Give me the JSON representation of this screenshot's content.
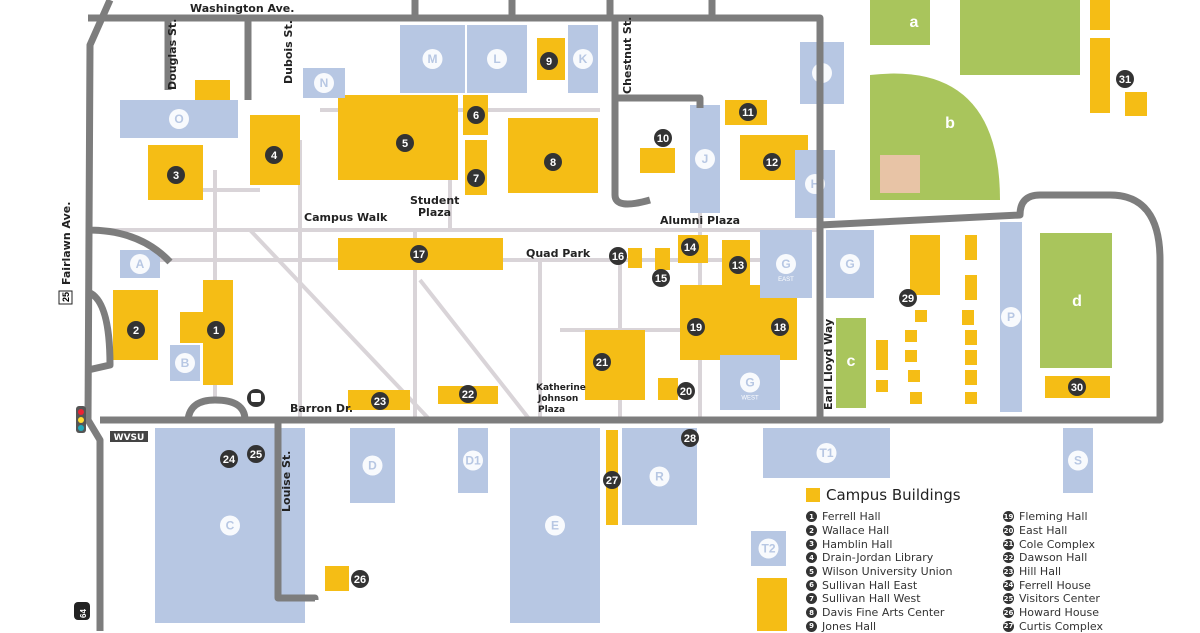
{
  "streets": {
    "washington": "Washington Ave.",
    "douglas": "Douglas St.",
    "dubois": "Dubois St.",
    "chestnut": "Chestnut St.",
    "fairlawn": "Fairlawn Ave.",
    "barron": "Barron Dr.",
    "louise": "Louise St.",
    "earl_lloyd": "Earl Lloyd Way"
  },
  "places": {
    "campus_walk": "Campus Walk",
    "student_plaza_1": "Student",
    "student_plaza_2": "Plaza",
    "alumni_plaza": "Alumni Plaza",
    "quad_park": "Quad Park",
    "kj_plaza_1": "Katherine",
    "kj_plaza_2": "Johnson",
    "kj_plaza_3": "Plaza"
  },
  "signs": {
    "wvsu": "WVSU",
    "route_25": "25",
    "route_64": "64"
  },
  "building_numbers": [
    "1",
    "2",
    "3",
    "4",
    "5",
    "6",
    "7",
    "8",
    "9",
    "10",
    "11",
    "12",
    "13",
    "14",
    "15",
    "16",
    "17",
    "18",
    "19",
    "20",
    "21",
    "22",
    "23",
    "24",
    "25",
    "26",
    "27",
    "28",
    "29",
    "30",
    "31"
  ],
  "parking_letters": [
    "A",
    "B",
    "C",
    "D",
    "D1",
    "E",
    "G",
    "G",
    "G",
    "H",
    "I",
    "J",
    "K",
    "L",
    "M",
    "N",
    "O",
    "P",
    "R",
    "S",
    "T1",
    "T2"
  ],
  "parking_sublabels": {
    "g_east": "EAST",
    "g_west": "WEST"
  },
  "field_letters": [
    "a",
    "b",
    "c",
    "d"
  ],
  "legend": {
    "title": "Campus Buildings",
    "left": [
      {
        "n": "1",
        "name": "Ferrell Hall"
      },
      {
        "n": "2",
        "name": "Wallace Hall"
      },
      {
        "n": "3",
        "name": "Hamblin Hall"
      },
      {
        "n": "4",
        "name": "Drain-Jordan Library"
      },
      {
        "n": "5",
        "name": "Wilson University Union"
      },
      {
        "n": "6",
        "name": "Sullivan Hall East"
      },
      {
        "n": "7",
        "name": "Sullivan Hall West"
      },
      {
        "n": "8",
        "name": "Davis Fine Arts Center"
      },
      {
        "n": "9",
        "name": "Jones Hall"
      }
    ],
    "right": [
      {
        "n": "19",
        "name": "Fleming Hall"
      },
      {
        "n": "20",
        "name": "East Hall"
      },
      {
        "n": "21",
        "name": "Cole Complex"
      },
      {
        "n": "22",
        "name": "Dawson Hall"
      },
      {
        "n": "23",
        "name": "Hill Hall"
      },
      {
        "n": "24",
        "name": "Ferrell House"
      },
      {
        "n": "25",
        "name": "Visitors Center"
      },
      {
        "n": "26",
        "name": "Howard House"
      },
      {
        "n": "27",
        "name": "Curtis Complex"
      }
    ]
  },
  "colors": {
    "building": "#f5bd15",
    "parking": "#b7c7e3",
    "road": "#7d7d7d",
    "path": "#d9d4d8",
    "field": "#a9c55c",
    "infield": "#e8c4a6"
  }
}
